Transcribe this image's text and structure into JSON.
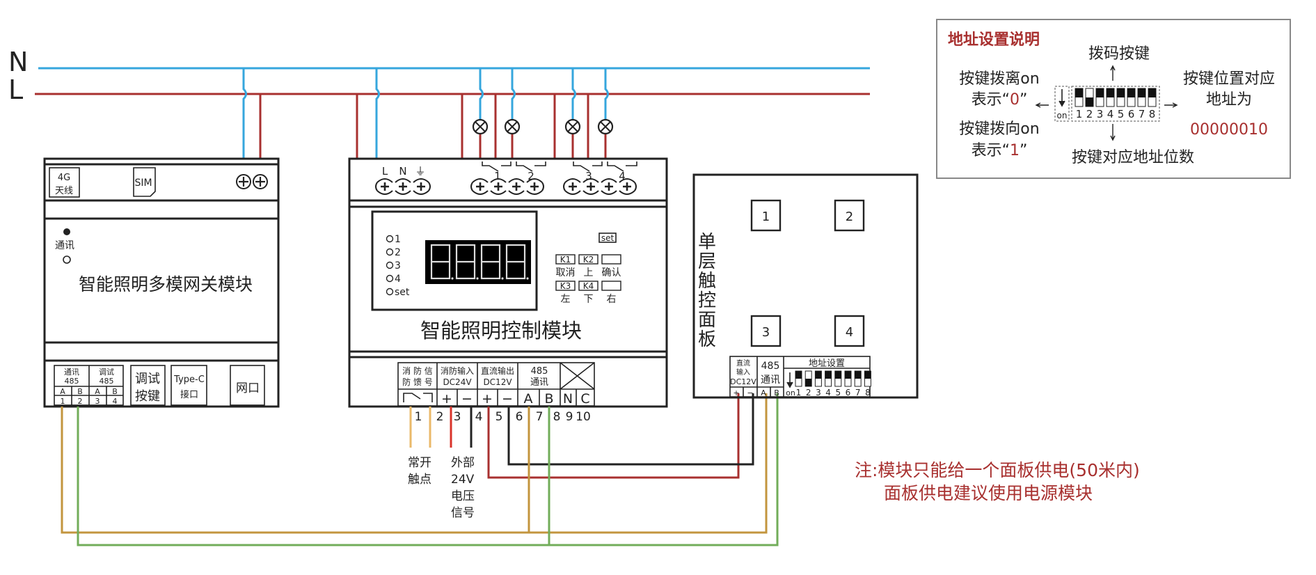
{
  "bus": {
    "n_label": "N",
    "l_label": "L",
    "n_color": "#35a6dd",
    "l_color": "#a8302f"
  },
  "gateway": {
    "title": "智能照明多模网关模块",
    "antenna_top": "4G",
    "antenna_bottom": "天线",
    "sim": "SIM",
    "led_label": "通讯",
    "ports": {
      "comm485_top": "通讯",
      "comm485_num": "485",
      "debug485_top": "调试",
      "debug485_num": "485",
      "pins_ab": [
        "A",
        "B",
        "A",
        "B"
      ],
      "pins_num": [
        "1",
        "2",
        "3",
        "4"
      ],
      "debug_button_1": "调试",
      "debug_button_2": "按键",
      "typec_1": "Type-C",
      "typec_2": "接口",
      "ethernet": "网口"
    }
  },
  "controller": {
    "title": "智能照明控制模块",
    "power_terms": [
      "L",
      "N",
      "⏚"
    ],
    "relay_numbers": [
      "1",
      "2",
      "3",
      "4"
    ],
    "indicators": [
      "1",
      "2",
      "3",
      "4",
      "set"
    ],
    "display_value": "8.8.8.8.",
    "set_key": "set",
    "keys": [
      {
        "key": "K1",
        "label": "取消"
      },
      {
        "key": "K2",
        "label": "上"
      },
      {
        "key": "",
        "label": "确认"
      },
      {
        "key": "K3",
        "label": "左"
      },
      {
        "key": "K4",
        "label": "下"
      },
      {
        "key": "",
        "label": "右"
      }
    ],
    "terminal_groups": {
      "fire_feedback_1": "消 防 信",
      "fire_feedback_2": "防 馈 号",
      "fire_input_1": "消防输入",
      "fire_input_2": "DC24V",
      "dc_out_1": "直流输出",
      "dc_out_2": "DC12V",
      "rs485_1": "485",
      "rs485_2": "通讯"
    },
    "terminal_symbols": [
      "+",
      "−",
      "+",
      "−",
      "A",
      "B",
      "N",
      "C"
    ],
    "terminal_numbers": [
      "1",
      "2",
      "3",
      "4",
      "5",
      "6",
      "7",
      "8",
      "9",
      "10"
    ],
    "label_nc_1": "常开",
    "label_nc_2": "触点",
    "label_ext": [
      "外部",
      "24V",
      "电压",
      "信号"
    ]
  },
  "panel": {
    "title_chars": [
      "单",
      "层",
      "触",
      "控",
      "面",
      "板"
    ],
    "buttons": [
      "1",
      "2",
      "3",
      "4"
    ],
    "dc_in_1": "直流",
    "dc_in_2": "输入",
    "dc_in_3": "DC12V",
    "rs485_1": "485",
    "rs485_2": "通讯",
    "addr_title": "地址设置",
    "terms": [
      "+",
      "−",
      "A",
      "B"
    ],
    "dip_on": "on",
    "dip_numbers": [
      "1",
      "2",
      "3",
      "4",
      "5",
      "6",
      "7",
      "8"
    ],
    "dip_states": [
      0,
      1,
      0,
      0,
      0,
      0,
      0,
      0
    ]
  },
  "legend": {
    "title": "地址设置说明",
    "dip_key": "拨码按键",
    "off_line1": "按键拨离on",
    "off_line2_pre": "表示“",
    "off_value": "0",
    "off_line2_post": "”",
    "on_line1": "按键拨向on",
    "on_line2_pre": "表示“",
    "on_value": "1",
    "on_line2_post": "”",
    "pos_line1": "按键位置对应",
    "pos_line2": "地址为",
    "address": "00000010",
    "bits_label": "按键对应地址位数",
    "dip_on": "on",
    "dip_numbers": [
      "1",
      "2",
      "3",
      "4",
      "5",
      "6",
      "7",
      "8"
    ],
    "dip_states": [
      0,
      1,
      0,
      0,
      0,
      0,
      0,
      0
    ]
  },
  "note": {
    "line1": "注:模块只能给一个面板供电(50米内)",
    "line2": "面板供电建议使用电源模块"
  }
}
